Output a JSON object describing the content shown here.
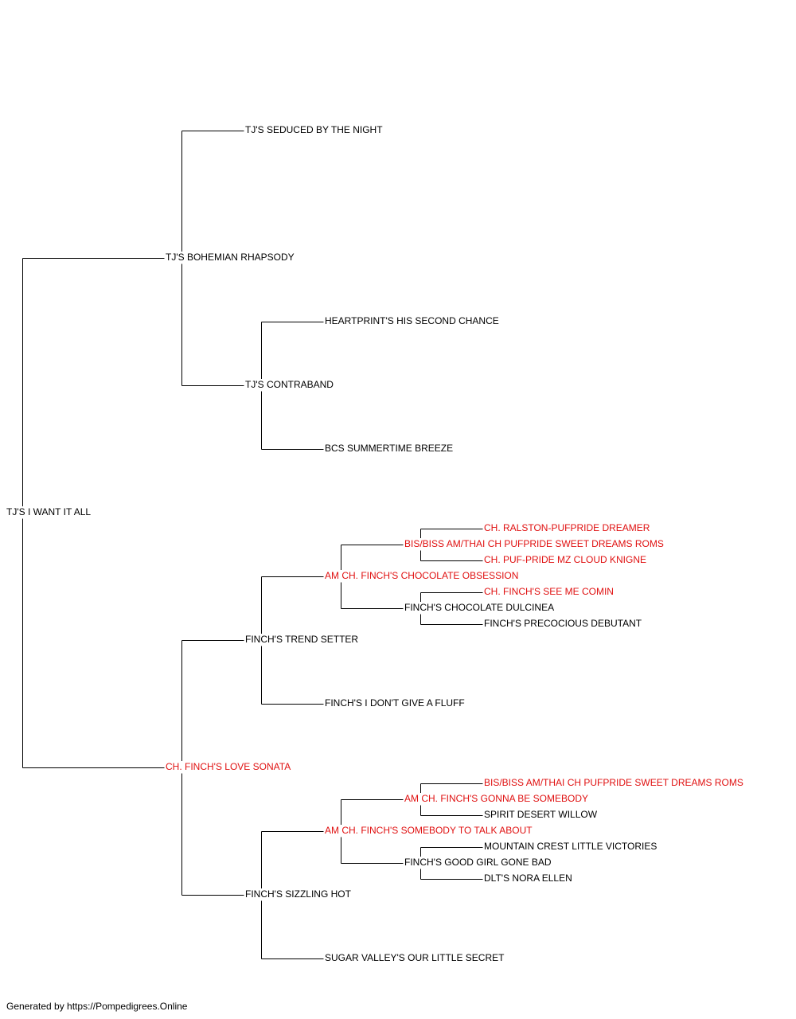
{
  "colors": {
    "champion": "#e01010",
    "normal": "#000000",
    "line": "#000000"
  },
  "pedigree": {
    "name": "TJ'S I WANT IT ALL",
    "champion": false,
    "sire": {
      "name": "TJ'S BOHEMIAN RHAPSODY",
      "champion": false,
      "sire": {
        "name": "TJ'S SEDUCED BY THE NIGHT",
        "champion": false
      },
      "dam": {
        "name": "TJ'S CONTRABAND",
        "champion": false,
        "sire": {
          "name": "HEARTPRINT'S HIS SECOND CHANCE",
          "champion": false
        },
        "dam": {
          "name": "BCS SUMMERTIME BREEZE",
          "champion": false
        }
      }
    },
    "dam": {
      "name": "CH. FINCH'S LOVE SONATA",
      "champion": true,
      "sire": {
        "name": "FINCH'S TREND SETTER",
        "champion": false,
        "sire": {
          "name": "AM CH. FINCH'S CHOCOLATE OBSESSION",
          "champion": true,
          "sire": {
            "name": "BIS/BISS AM/THAI CH PUFPRIDE SWEET DREAMS ROMS",
            "champion": true,
            "sire": {
              "name": "CH. RALSTON-PUFPRIDE DREAMER",
              "champion": true
            },
            "dam": {
              "name": "CH. PUF-PRIDE MZ CLOUD KNIGNE",
              "champion": true
            }
          },
          "dam": {
            "name": "FINCH'S CHOCOLATE DULCINEA",
            "champion": false,
            "sire": {
              "name": "CH. FINCH'S SEE ME COMIN",
              "champion": true
            },
            "dam": {
              "name": "FINCH'S PRECOCIOUS DEBUTANT",
              "champion": false
            }
          }
        },
        "dam": {
          "name": "FINCH'S I DON'T GIVE A FLUFF",
          "champion": false
        }
      },
      "dam": {
        "name": "FINCH'S SIZZLING HOT",
        "champion": false,
        "sire": {
          "name": "AM CH. FINCH'S SOMEBODY TO TALK ABOUT",
          "champion": true,
          "sire": {
            "name": "AM CH. FINCH'S GONNA BE SOMEBODY",
            "champion": true,
            "sire": {
              "name": "BIS/BISS AM/THAI CH PUFPRIDE SWEET DREAMS ROMS",
              "champion": true
            },
            "dam": {
              "name": "SPIRIT DESERT WILLOW",
              "champion": false
            }
          },
          "dam": {
            "name": "FINCH'S GOOD GIRL GONE BAD",
            "champion": false,
            "sire": {
              "name": "MOUNTAIN CREST LITTLE VICTORIES",
              "champion": false
            },
            "dam": {
              "name": "DLT'S NORA ELLEN",
              "champion": false
            }
          }
        },
        "dam": {
          "name": "SUGAR VALLEY'S OUR LITTLE SECRET",
          "champion": false
        }
      }
    }
  },
  "footer": {
    "text": "Generated by https://Pompedigrees.Online"
  }
}
